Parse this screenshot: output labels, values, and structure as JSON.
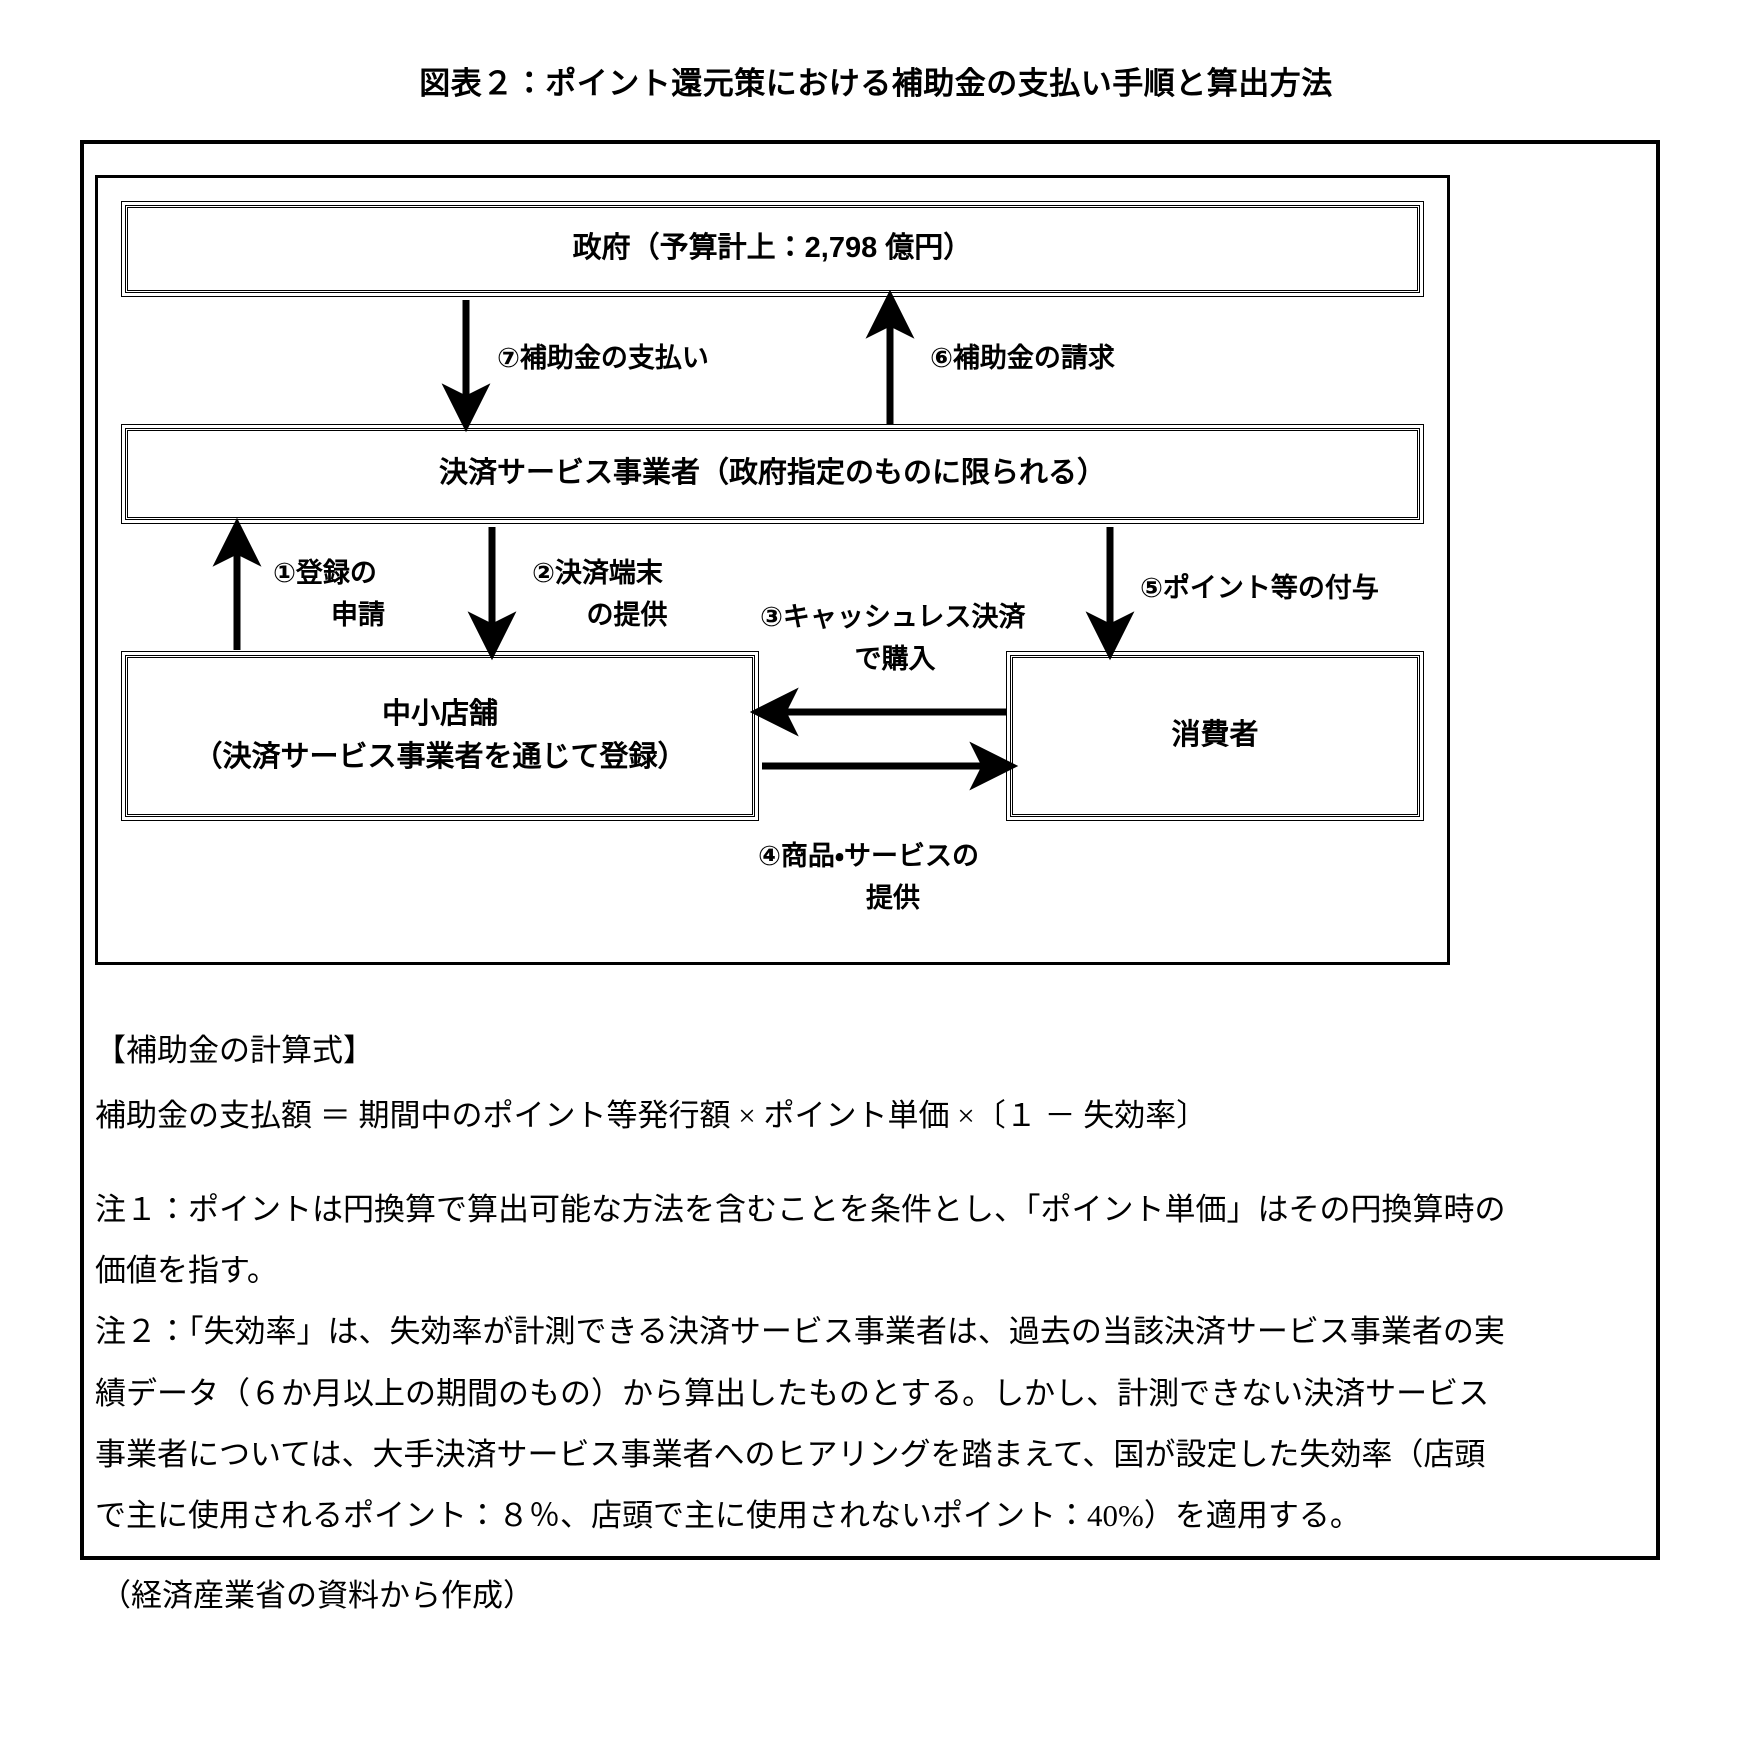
{
  "title": "図表２：ポイント還元策における補助金の支払い手順と算出方法",
  "diagram": {
    "nodes": {
      "government": "政府（予算計上：2,798 億円）",
      "payment_provider": "決済サービス事業者（政府指定のものに限られる）",
      "small_shop_line1": "中小店舗",
      "small_shop_line2": "（決済サービス事業者を通じて登録）",
      "consumer": "消費者"
    },
    "arrow_labels": {
      "step7": "⑦補助金の支払い",
      "step6": "⑥補助金の請求",
      "step1_line1": "①登録の",
      "step1_line2": "申請",
      "step2_line1": "②決済端末",
      "step2_line2": "の提供",
      "step3_line1": "③キャッシュレス決済",
      "step3_line2": "で購入",
      "step4_line1": "④商品・サービスの",
      "step4_line2": "提供",
      "step5": "⑤ポイント等の付与"
    }
  },
  "formula": {
    "heading": "【補助金の計算式】",
    "expression": "補助金の支払額 ＝ 期間中のポイント等発行額 × ポイント単価 ×〔１ － 失効率〕"
  },
  "notes": {
    "note1_line1": "注１：ポイントは円換算で算出可能な方法を含むことを条件とし、「ポイント単価」はその円換算時の",
    "note1_line2": "価値を指す。",
    "note2_line1": "注２：「失効率」は、失効率が計測できる決済サービス事業者は、過去の当該決済サービス事業者の実",
    "note2_line2": "績データ（６か月以上の期間のもの）から算出したものとする。しかし、計測できない決済サービス",
    "note2_line3": "事業者については、大手決済サービス事業者へのヒアリングを踏まえて、国が設定した失効率（店頭",
    "note2_line4": "で主に使用されるポイント：８％、店頭で主に使用されないポイント：40%）を適用する。"
  },
  "source": "（経済産業省の資料から作成）",
  "colors": {
    "ink": "#000000",
    "paper": "#ffffff"
  }
}
